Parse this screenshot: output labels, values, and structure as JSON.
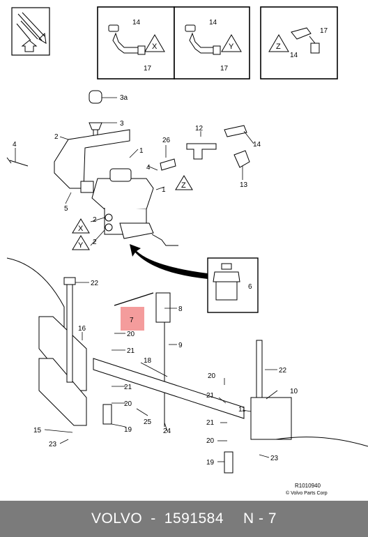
{
  "footer": {
    "brand": "VOLVO",
    "separator": "-",
    "part_number": "1591584",
    "page_ref": "N - 7"
  },
  "copyright": {
    "ref": "R1010940",
    "notice": "© Volvo Parts Corp"
  },
  "legend_boxes": [
    {
      "label_a": "14",
      "label_b": "17",
      "variant": "X"
    },
    {
      "label_a": "14",
      "label_b": "17",
      "variant": "Y"
    },
    {
      "label_a": "17",
      "label_b": "14",
      "variant": "Z"
    }
  ],
  "callouts": {
    "c3a": "3a",
    "c3": "3",
    "c2": "2",
    "c1": "1",
    "c4": "4",
    "c5": "5",
    "c26": "26",
    "c12": "12",
    "c14": "14",
    "c13": "13",
    "c1b": "1",
    "c4b": "4",
    "c2b": "2",
    "c2c": "2",
    "c7": "7",
    "c6": "6",
    "c8": "8",
    "c9": "9",
    "c22": "22",
    "c16": "16",
    "c20": "20",
    "c21": "21",
    "c18": "18",
    "c21b": "21",
    "c20b": "20",
    "c25": "25",
    "c24": "24",
    "c19": "19",
    "c15": "15",
    "c23": "23",
    "c22b": "22",
    "c10": "10",
    "c20c": "20",
    "c21c": "21",
    "c11": "11",
    "c21d": "21",
    "c20d": "20",
    "c23b": "23",
    "c19b": "19"
  },
  "triangles": {
    "z1": "Z",
    "x1": "X",
    "y1": "Y"
  }
}
